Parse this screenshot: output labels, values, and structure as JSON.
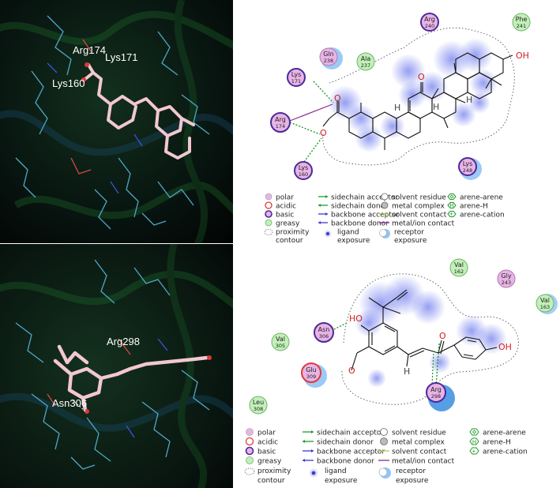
{
  "panels_3d": [
    {
      "labels": [
        {
          "id": "arg174",
          "text": "Arg174"
        },
        {
          "id": "lys171",
          "text": "Lys171"
        },
        {
          "id": "lys160",
          "text": "Lys160"
        }
      ]
    },
    {
      "labels": [
        {
          "id": "arg298",
          "text": "Arg298"
        },
        {
          "id": "asn306",
          "text": "Asn306"
        }
      ]
    }
  ],
  "diagram_top": {
    "residues": [
      {
        "id": "arg240",
        "name": "Arg",
        "num": "240"
      },
      {
        "id": "phe241",
        "name": "Phe",
        "num": "241"
      },
      {
        "id": "gln238",
        "name": "Gln",
        "num": "238"
      },
      {
        "id": "ala237",
        "name": "Ala",
        "num": "237"
      },
      {
        "id": "lys171",
        "name": "Lys",
        "num": "171"
      },
      {
        "id": "arg174",
        "name": "Arg",
        "num": "174"
      },
      {
        "id": "lys160",
        "name": "Lys",
        "num": "160"
      },
      {
        "id": "lys248",
        "name": "Lys",
        "num": "248"
      }
    ],
    "atoms": {
      "oh": "OH",
      "o_ketone": "O",
      "o1": "O",
      "o2": "O",
      "h1": "H",
      "h2": "H",
      "h3": "H"
    }
  },
  "diagram_bottom": {
    "residues": [
      {
        "id": "val162",
        "name": "Val",
        "num": "162"
      },
      {
        "id": "gly243",
        "name": "Gly",
        "num": "243"
      },
      {
        "id": "val163",
        "name": "Val",
        "num": "163"
      },
      {
        "id": "asn306",
        "name": "Asn",
        "num": "306"
      },
      {
        "id": "val305",
        "name": "Val",
        "num": "305"
      },
      {
        "id": "glu309",
        "name": "Glu",
        "num": "309"
      },
      {
        "id": "leu308",
        "name": "Leu",
        "num": "308"
      },
      {
        "id": "arg298",
        "name": "Arg",
        "num": "298"
      }
    ],
    "atoms": {
      "ho": "HO",
      "oh": "OH",
      "o_ketone": "O",
      "o_methoxy": "O",
      "h": "H"
    }
  },
  "legend": {
    "col1": [
      "polar",
      "acidic",
      "basic",
      "greasy",
      "proximity",
      "contour"
    ],
    "col2": [
      "sidechain acceptor",
      "sidechain donor",
      "backbone acceptor",
      "backbone donor",
      "ligand",
      "exposure"
    ],
    "col3": [
      "solvent residue",
      "metal complex",
      "solvent contact",
      "metal/ion contact",
      "receptor",
      "exposure"
    ],
    "col4": [
      "arene-arene",
      "arene-H",
      "arene-cation"
    ],
    "arene_h_glyph": "H",
    "arene_cation_glyph": "+"
  },
  "colors": {
    "polar": "#e8b4e6",
    "acidic": "#e03a3a",
    "basic": "#4b2a9a",
    "greasy": "#c2f0b8",
    "hbond_side": "#1f9a2b",
    "hbond_back": "#3a3ad0",
    "metal_contact": "#8a2a8a",
    "solvent_contact": "#b8c84a",
    "exposure": "#3a55e0",
    "receptor_exposure": "#5aa6f0"
  }
}
